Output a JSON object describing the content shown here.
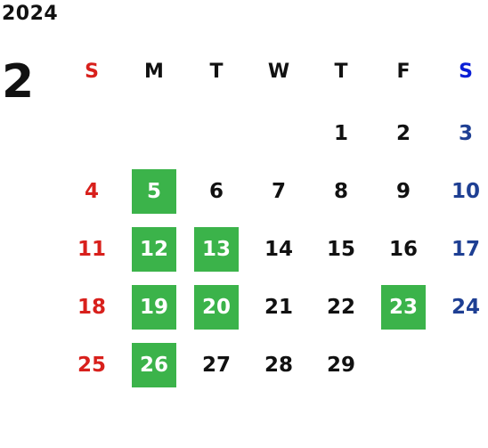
{
  "calendar": {
    "year": "2024",
    "month": "2",
    "weekdays": [
      "S",
      "M",
      "T",
      "W",
      "T",
      "F",
      "S"
    ],
    "first_weekday_index": 4,
    "days_in_month": 29,
    "highlighted_days": [
      5,
      12,
      13,
      19,
      20,
      23,
      26
    ],
    "colors": {
      "sunday": "#d8201c",
      "saturday": "#1e3f93",
      "saturday_header": "#0a1fd6",
      "weekday": "#111111",
      "highlight": "#3bb34a",
      "highlight_text": "#ffffff"
    }
  }
}
